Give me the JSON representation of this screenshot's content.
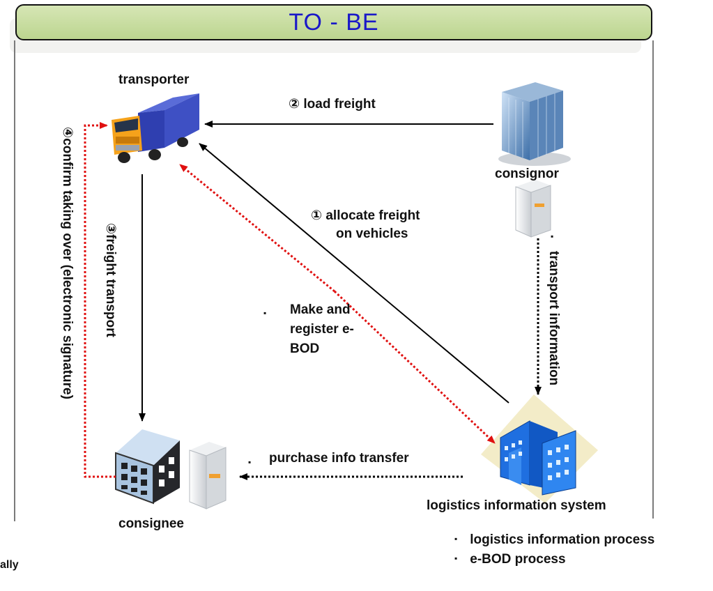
{
  "header": {
    "title": "TO - BE"
  },
  "nodes": {
    "transporter": "transporter",
    "consignor": "consignor",
    "consignee": "consignee",
    "system": "logistics information system"
  },
  "edges": {
    "load": "② load freight",
    "allocate_1": "① allocate freight",
    "allocate_2": "on vehicles",
    "transport": "③freight transport",
    "confirm": "④confirm taking over (electronic signature)",
    "ebod_1": "Make and",
    "ebod_2": "register e-",
    "ebod_3": "BOD",
    "transport_info": "transport information",
    "purchase": "purchase info transfer"
  },
  "bullets": {
    "items": [
      "logistics information process",
      "e-BOD process"
    ],
    "marker": "▪"
  },
  "footnote": "ally",
  "icons": [
    "truck-icon",
    "office-building-icon",
    "server-icon",
    "consignee-building-icon",
    "logistics-system-icon"
  ],
  "colors": {
    "title_bg": "#c4db9c",
    "title_text": "#1a18c8",
    "red_dotted": "#e01010",
    "arrow": "#000000"
  }
}
